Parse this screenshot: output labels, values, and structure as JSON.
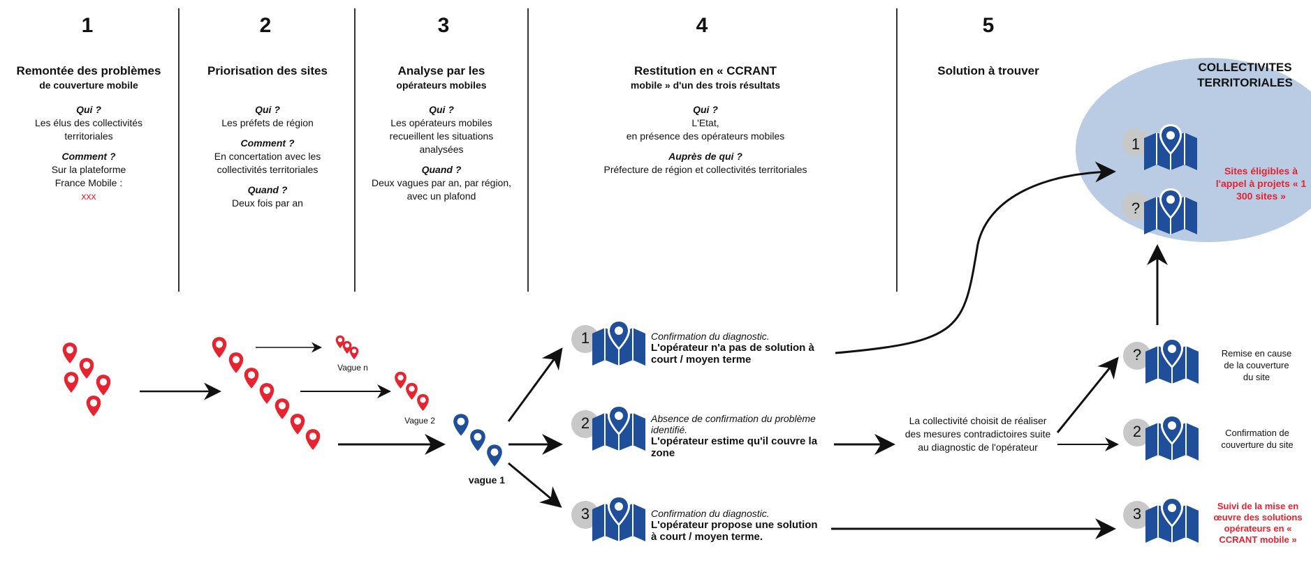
{
  "columns": [
    {
      "number": "1",
      "title": "Remontée des problèmes",
      "subtitle": "de couverture mobile",
      "q1": "Qui ?",
      "a1": "Les élus des collectivités territoriales",
      "q2": "Comment ?",
      "a2": "Sur la plateforme France Mobile :",
      "link": "xxx"
    },
    {
      "number": "2",
      "title": "Priorisation des sites",
      "q1": "Qui ?",
      "a1": "Les préfets de région",
      "q2": "Comment ?",
      "a2": "En concertation avec les collectivités territoriales",
      "q3": "Quand ?",
      "a3": "Deux fois par an"
    },
    {
      "number": "3",
      "title": "Analyse par les",
      "subtitle": "opérateurs mobiles",
      "q1": "Qui ?",
      "a1": "Les opérateurs mobiles recueillent les situations analysées",
      "q2": "Quand ?",
      "a2": "Deux vagues par an, par région, avec un plafond"
    },
    {
      "number": "4",
      "title": "Restitution en « CCRANT",
      "subtitle": "mobile » d'un des trois résultats",
      "q1": "Qui ?",
      "a1": "L'Etat,",
      "a1b": "en présence des opérateurs mobiles",
      "q2": "Auprès de qui ?",
      "a2": "Préfecture de région et collectivités territoriales"
    },
    {
      "number": "5",
      "title": "Solution à trouver"
    }
  ],
  "ellipse_title": "COLLECTIVITES TERRITORIALES",
  "eligible_text": "Sites éligibles à l'appel à projets « 1 300 sites »",
  "waves": {
    "n": "Vague n",
    "two": "Vague 2",
    "one": "vague 1"
  },
  "results": [
    {
      "badge": "1",
      "italic": "Confirmation du diagnostic.",
      "bold": "L'opérateur n'a pas de solution à court / moyen terme"
    },
    {
      "badge": "2",
      "italic": "Absence de confirmation du problème identifié.",
      "bold": "L'opérateur estime qu'il couvre la zone"
    },
    {
      "badge": "3",
      "italic": "Confirmation du diagnostic.",
      "bold": "L'opérateur propose une solution à court / moyen terme."
    }
  ],
  "choice_text": "La collectivité choisit de réaliser des mesures contradictoires suite au diagnostic de l'opérateur",
  "outcomes": [
    {
      "badge": "?",
      "text": "Remise en cause de la couverture du site"
    },
    {
      "badge": "2",
      "text": "Confirmation de couverture du site"
    },
    {
      "badge": "3",
      "text": "Suivi de la mise en œuvre des solutions opérateurs en « CCRANT mobile »"
    }
  ],
  "ellipse_badges": [
    "1",
    "?"
  ],
  "colors": {
    "red": "#e8222e",
    "blue": "#1f4e9a",
    "ellipse": "#b9cce4",
    "badge": "#c8c8c8"
  }
}
